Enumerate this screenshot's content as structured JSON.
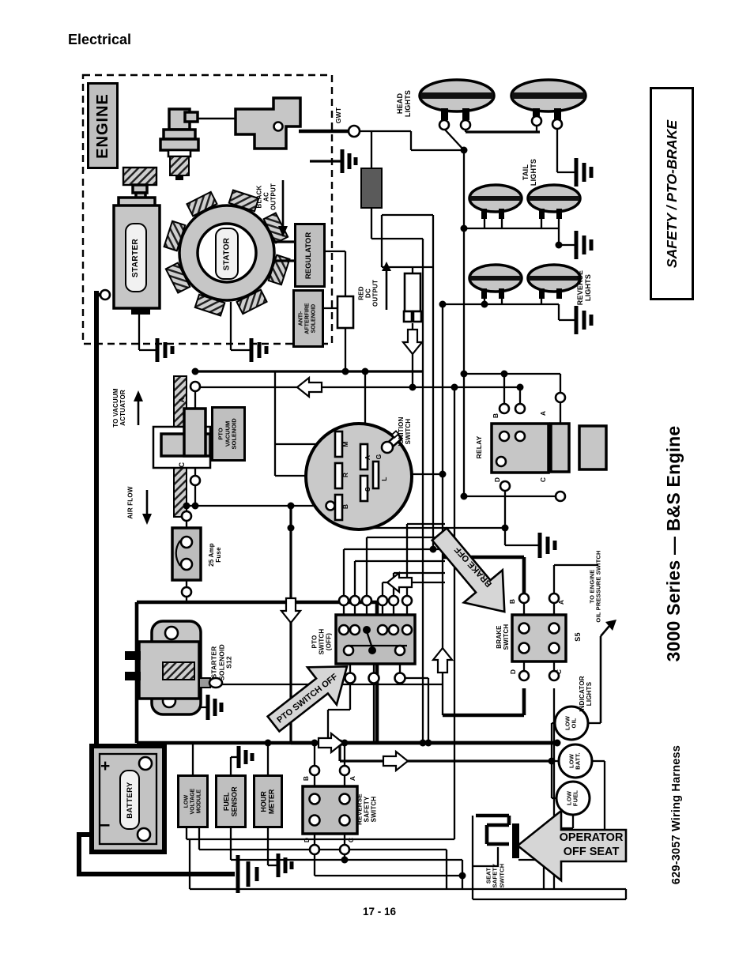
{
  "page": {
    "heading": "Electrical",
    "page_number": "17 - 16"
  },
  "margin": {
    "safety_pto_brake": "SAFETY / PTO-BRAKE",
    "series_engine": "3000 Series — B&S Engine",
    "wiring_harness": "629-3057 Wiring Harness"
  },
  "engine": {
    "title": "ENGINE",
    "starter": "STARTER",
    "stator": "STATOR",
    "regulator": "REGULATOR",
    "anti_afterfire": "ANTI-AFTERFIRE\nSOLENOID",
    "black_ac_output": "BLACK\nAC\nOUTPUT",
    "red_dc_output": "RED\nDC\nOUTPUT",
    "gwt": "GWT"
  },
  "lights": {
    "head": "HEAD\nLIGHTS",
    "tail": "TAIL\nLIGHTS",
    "reverse": "REVERSE\nLIGHTS"
  },
  "vacuum": {
    "actuator": "TO VACUUM\nACTUATOR",
    "air_flow": "AIR FLOW",
    "solenoid": "PTO\nVACUUM\nSOLENOID",
    "a": "A",
    "c": "C"
  },
  "ignition": {
    "label": "IGNITION\nSWITCH",
    "m": "M",
    "a": "A",
    "r": "R",
    "s": "S",
    "b": "B",
    "l": "L",
    "g": "G"
  },
  "relay": {
    "label": "RELAY",
    "b": "B",
    "a": "A",
    "d": "D",
    "c": "C"
  },
  "fuse": {
    "label": "25 Amp\nFuse"
  },
  "starter_solenoid": {
    "label": "STARTER\nSOLENOID\nS12"
  },
  "pto_switch": {
    "label": "PTO\nSWITCH\n(OFF)",
    "arrow": "PTO SWITCH OFF"
  },
  "brake": {
    "label": "BRAKE\nSWITCH",
    "arrow": "BRAKE OFF",
    "s5": "S5",
    "b": "B",
    "a": "A",
    "d": "D",
    "c": "C",
    "oil_pressure": "TO ENGINE\nOIL PRESSURE SWITCH"
  },
  "indicators": {
    "label": "INDICATOR\nLIGHTS",
    "low_oil": "LOW\nOIL",
    "low_batt": "LOW\nBATT.",
    "low_fuel": "LOW\nFUEL"
  },
  "battery": {
    "label": "BATTERY",
    "plus": "+",
    "minus": "−"
  },
  "modules": {
    "low_voltage": "LOW\nVOLTAGE\nMODULE",
    "fuel_sensor": "FUEL\nSENSOR",
    "hour_meter": "HOUR\nMETER"
  },
  "reverse_safety": {
    "label": "REVERSE\nSAFETY\nSWITCH",
    "b": "B",
    "a": "A",
    "d": "D",
    "c": "C"
  },
  "seat": {
    "label": "SEAT\nSAFETY\nSWITCH",
    "arrow": "OPERATOR\nOFF SEAT"
  },
  "colors": {
    "line": "#000000",
    "component_gray": "#c6c6c6",
    "paper": "#ffffff"
  }
}
